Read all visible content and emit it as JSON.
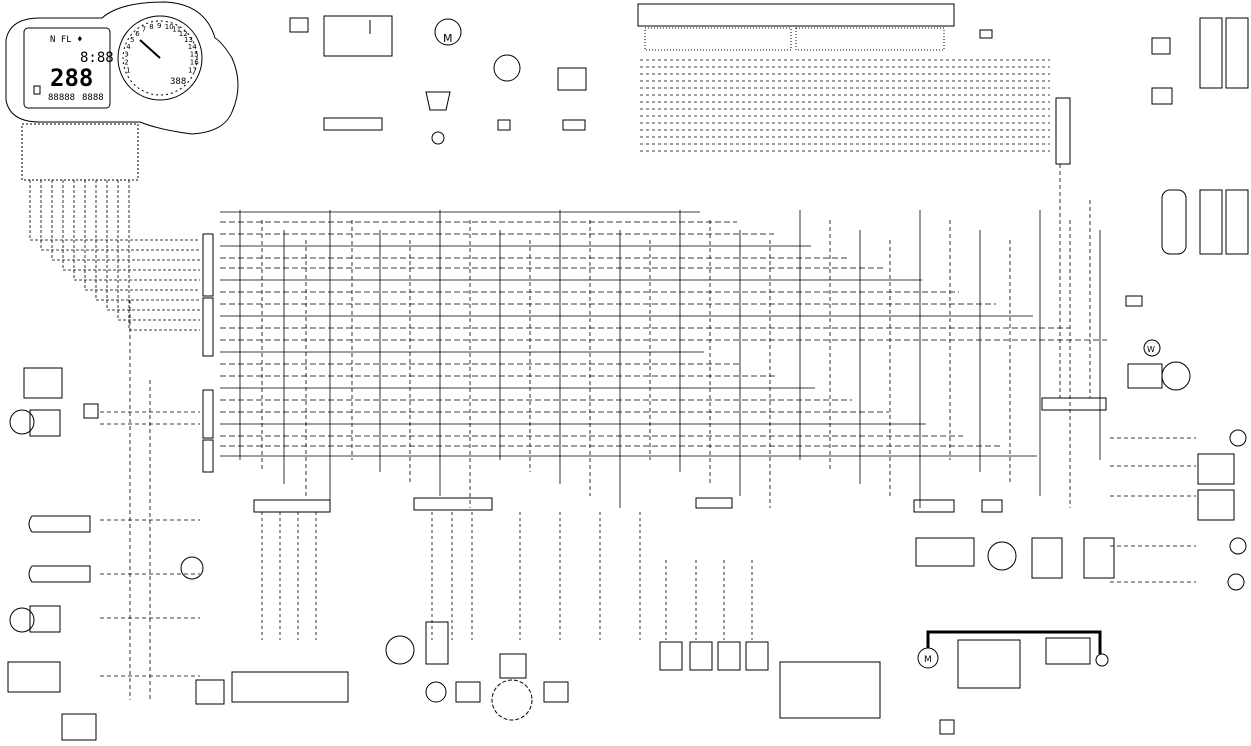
{
  "dashboard": {
    "indicators": "N  FL  ♦",
    "clock": "8:88",
    "speed": "288",
    "odometer": "88888",
    "trip": "8888",
    "fuel_icon": "fuel-pump-icon"
  },
  "tachometer": {
    "scale_labels": [
      "1",
      "2",
      "3",
      "4",
      "5",
      "6",
      "7",
      "8",
      "9",
      "10",
      "11",
      "12",
      "13",
      "14",
      "15",
      "16",
      "17"
    ],
    "temp_display": "388"
  },
  "components": {
    "starter_motor_label": "M",
    "fan_motor_label": "M",
    "horn_label": "W"
  },
  "colors": {
    "ink": "#000000",
    "paper": "#ffffff"
  }
}
